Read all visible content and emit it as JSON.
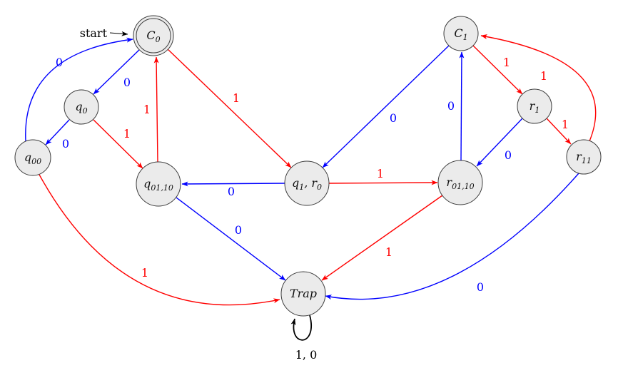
{
  "figure": {
    "type": "dfa-state-diagram",
    "start_label": "start",
    "alphabet": [
      "0",
      "1"
    ]
  },
  "colors": {
    "zero_edge": "#0000ff",
    "one_edge": "#ff0000",
    "loop_edge": "#000000",
    "node_fill": "#ebebeb",
    "node_stroke": "#3d3d3d"
  },
  "nodes": {
    "c0": {
      "base": "C",
      "sub": "0",
      "is_start": true,
      "accepting": true
    },
    "q0": {
      "base": "q",
      "sub": "0"
    },
    "q00": {
      "base": "q",
      "sub": "00"
    },
    "q0110": {
      "base": "q",
      "sub": "01,10"
    },
    "q1r0": {
      "base": "q",
      "sub": "1",
      "base2": ", r",
      "sub2": "0"
    },
    "r0110": {
      "base": "r",
      "sub": "01,10"
    },
    "c1": {
      "base": "C",
      "sub": "1"
    },
    "r1": {
      "base": "r",
      "sub": "1"
    },
    "r11": {
      "base": "r",
      "sub": "11"
    },
    "trap": {
      "base": "Trap"
    }
  },
  "edges": {
    "c0_q0": {
      "from": "C0",
      "to": "q0",
      "label": "0"
    },
    "q0_q00": {
      "from": "q0",
      "to": "q00",
      "label": "0"
    },
    "q00_c0": {
      "from": "q00",
      "to": "C0",
      "label": "0"
    },
    "q0_q0110": {
      "from": "q0",
      "to": "q01,10",
      "label": "1"
    },
    "q0110_c0": {
      "from": "q01,10",
      "to": "C0",
      "label": "1"
    },
    "c0_q1r0": {
      "from": "C0",
      "to": "q1,r0",
      "label": "1"
    },
    "c1_q1r0": {
      "from": "C1",
      "to": "q1,r0",
      "label": "0"
    },
    "q1r0_q0110": {
      "from": "q1,r0",
      "to": "q01,10",
      "label": "0"
    },
    "q1r0_r0110": {
      "from": "q1,r0",
      "to": "r01,10",
      "label": "1"
    },
    "r0110_c1": {
      "from": "r01,10",
      "to": "C1",
      "label": "0"
    },
    "c1_r1": {
      "from": "C1",
      "to": "r1",
      "label": "1"
    },
    "r1_r0110": {
      "from": "r1",
      "to": "r01,10",
      "label": "0"
    },
    "r1_r11": {
      "from": "r1",
      "to": "r11",
      "label": "1"
    },
    "r11_c1": {
      "from": "r11",
      "to": "C1",
      "label": "1"
    },
    "q0110_trap": {
      "from": "q01,10",
      "to": "Trap",
      "label": "0"
    },
    "r0110_trap": {
      "from": "r01,10",
      "to": "Trap",
      "label": "1"
    },
    "q00_trap": {
      "from": "q00",
      "to": "Trap",
      "label": "1"
    },
    "r11_trap": {
      "from": "r11",
      "to": "Trap",
      "label": "0"
    },
    "trap_loop": {
      "from": "Trap",
      "to": "Trap",
      "label": "1, 0"
    }
  }
}
